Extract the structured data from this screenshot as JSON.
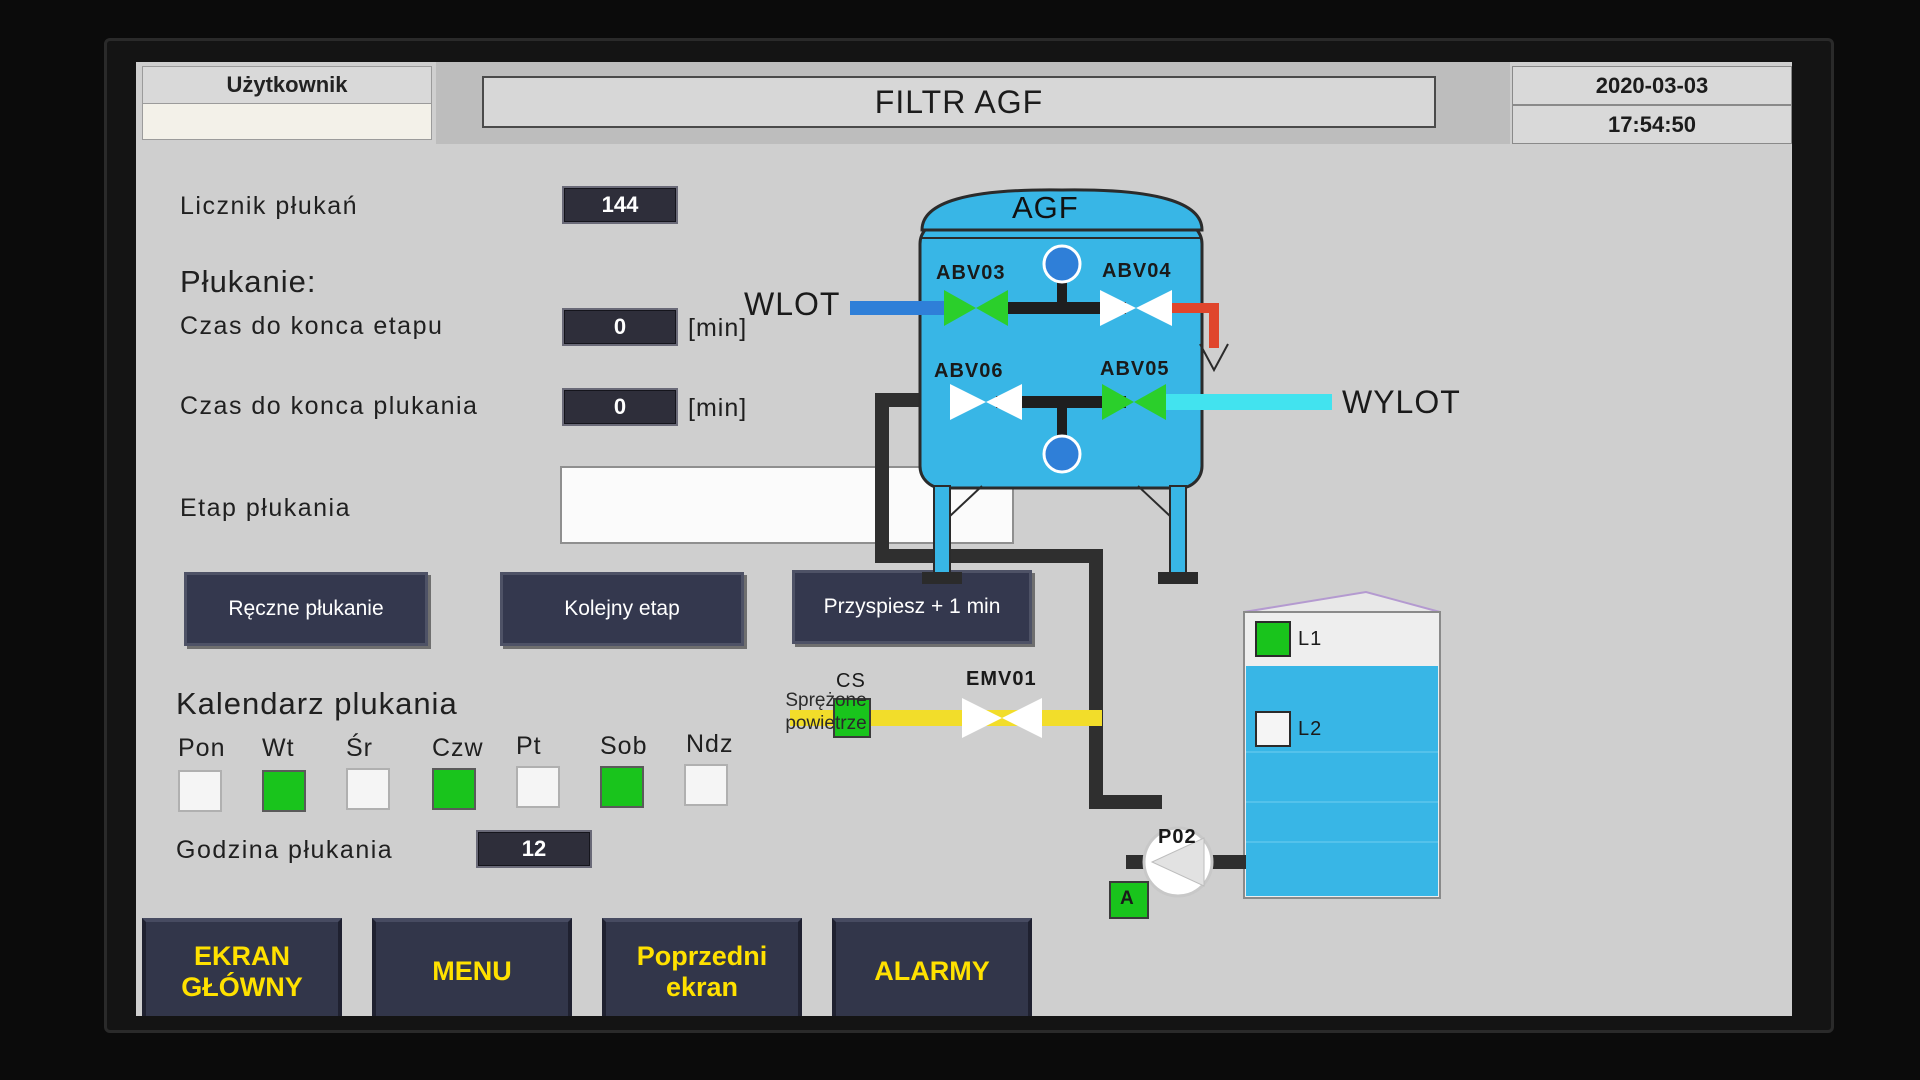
{
  "header": {
    "user_label": "Użytkownik",
    "title": "FILTR AGF",
    "date": "2020-03-03",
    "time": "17:54:50"
  },
  "counters": {
    "rinse_counter_label": "Licznik płukań",
    "rinse_counter_value": "144",
    "rinse_section_label": "Płukanie:",
    "stage_time_label": "Czas do konca etapu",
    "stage_time_value": "0",
    "rinse_time_label": "Czas do konca plukania",
    "rinse_time_value": "0",
    "unit": "[min]",
    "stage_label": "Etap płukania",
    "stage_value": ""
  },
  "actions": {
    "manual_rinse": "Ręczne płukanie",
    "next_stage": "Kolejny etap",
    "accelerate": "Przyspiesz + 1 min"
  },
  "calendar": {
    "title": "Kalendarz plukania",
    "days": [
      {
        "label": "Pon",
        "active": false
      },
      {
        "label": "Wt",
        "active": true
      },
      {
        "label": "Śr",
        "active": false
      },
      {
        "label": "Czw",
        "active": true
      },
      {
        "label": "Pt",
        "active": false
      },
      {
        "label": "Sob",
        "active": true
      },
      {
        "label": "Ndz",
        "active": false
      }
    ],
    "hour_label": "Godzina płukania",
    "hour_value": "12"
  },
  "nav": {
    "main_screen_line1": "EKRAN",
    "main_screen_line2": "GŁÓWNY",
    "menu": "MENU",
    "prev_line1": "Poprzedni",
    "prev_line2": "ekran",
    "alarms": "ALARMY"
  },
  "diagram": {
    "tank_label": "AGF",
    "inlet": "WLOT",
    "outlet": "WYLOT",
    "abv03": "ABV03",
    "abv04": "ABV04",
    "abv05": "ABV05",
    "abv06": "ABV06",
    "compressed_air_line1": "Sprężone",
    "compressed_air_line2": "powietrze",
    "cs": "CS",
    "emv01": "EMV01",
    "pump": "P02",
    "pump_mode": "A",
    "level1": "L1",
    "level2": "L2",
    "level1_active": true,
    "level2_active": false
  },
  "colors": {
    "active_green": "#19c41c",
    "water_blue": "#38b6e6",
    "inlet_blue": "#2f7fd8",
    "outlet_cyan": "#42e3ef",
    "hot_red": "#e0452c",
    "air_yellow": "#f2dd2a",
    "nav_text": "#ffe100"
  }
}
